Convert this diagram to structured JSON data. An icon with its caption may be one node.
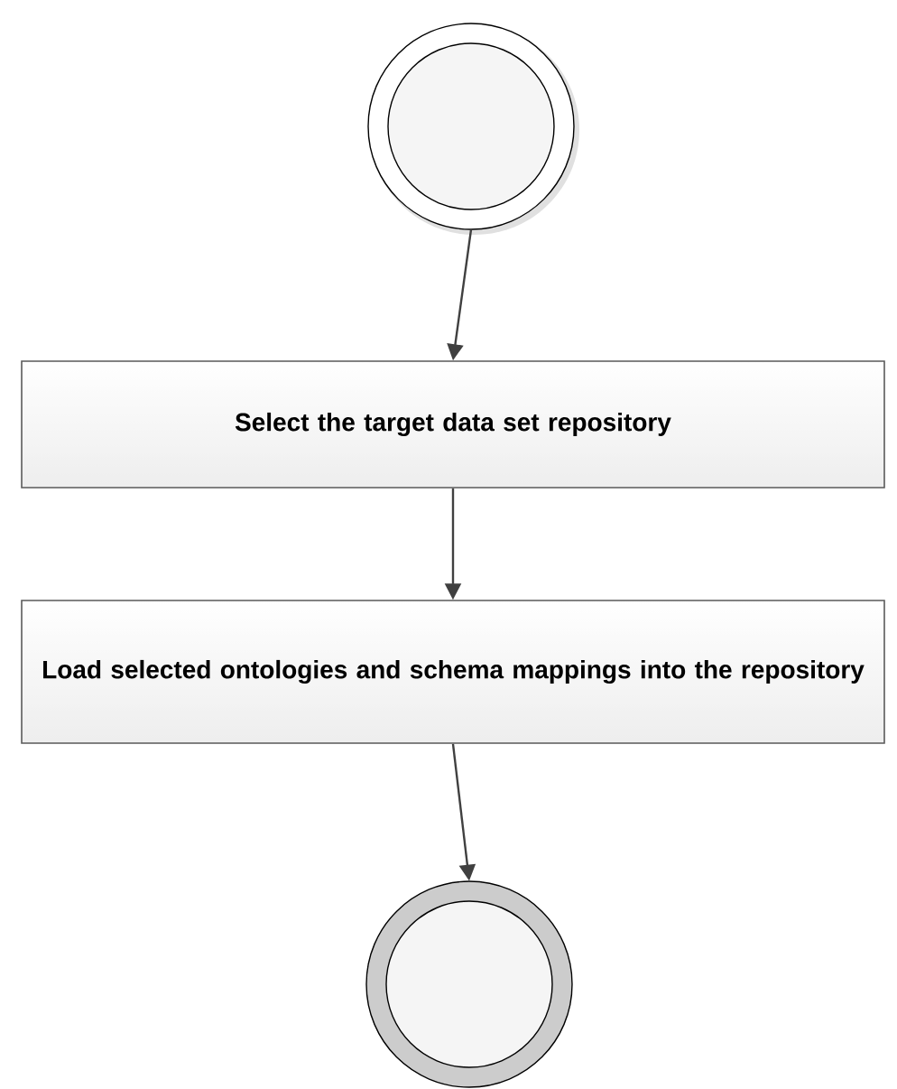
{
  "diagram": {
    "nodes": [
      {
        "text": [],
        "shape": "circle"
      },
      {
        "text": [
          "Select the target data set repository"
        ]
      },
      {
        "text": [
          "Load selected ontologies and schema mappings into the repository"
        ]
      },
      {
        "text": [],
        "shape": "circle"
      }
    ],
    "edges": [
      {
        "from": 0,
        "to": 1,
        "arrow": "to"
      },
      {
        "from": 1,
        "to": 2,
        "arrow": "to"
      },
      {
        "from": 2,
        "to": 3,
        "arrow": "to"
      }
    ]
  }
}
